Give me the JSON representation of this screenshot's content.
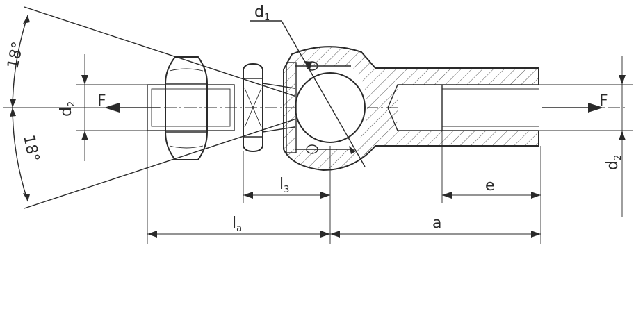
{
  "labels": {
    "angle_top": "18°",
    "angle_bottom": "18°",
    "force_left": "F",
    "force_right": "F",
    "d1": {
      "main": "d",
      "sub": "1"
    },
    "d2_left": {
      "main": "d",
      "sub": "2"
    },
    "d2_right": {
      "main": "d",
      "sub": "2"
    },
    "l3": {
      "main": "l",
      "sub": "3"
    },
    "la": {
      "main": "l",
      "sub": "a"
    },
    "a": "a",
    "e": "e"
  }
}
